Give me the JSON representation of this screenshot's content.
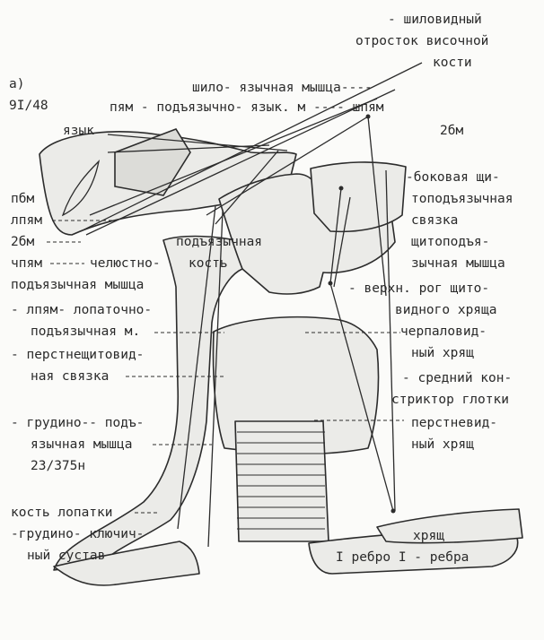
{
  "figure": {
    "panel_letter": "а)",
    "code_top": "9I/48",
    "code_bottom": "23/375н"
  },
  "labels": {
    "styloid_1": "- шиловидный",
    "styloid_2": "отросток височной",
    "styloid_3": "кости",
    "styloglossus": "шило- язычная мышца----",
    "hyoglossus": "пям - подъязычно- язык. м ---- шпям",
    "tongue": "язык",
    "b2m_right": "2бм",
    "lat_lig_1": "-боковая щи-",
    "lat_lig_2": "топодъязычная",
    "lat_lig_3": "связка",
    "left_pbm": "пбм",
    "left_lpm": "лпям",
    "left_2bm": "2бм",
    "left_chpm": "чпям",
    "mylohyoid_1": "челюстно-",
    "mylohyoid_2": "подъязычная мышца",
    "hyoid_1": "подъязычная",
    "hyoid_2": "кость",
    "thyrohyoid_1": "щитоподъя-",
    "thyrohyoid_2": "зычная мышца",
    "sup_horn_1": "- верхн. рог щито-",
    "sup_horn_2": "видного хряща",
    "omohyoid_1": "- лпям- лопаточно-",
    "omohyoid_2": "подъязычная м.",
    "arytenoid_1": "черпаловид-",
    "arytenoid_2": "ный хрящ",
    "cricothyroid_1": "- перстнещитовид-",
    "cricothyroid_2": "ная связка",
    "middle_constrictor_1": "- средний кон-",
    "middle_constrictor_2": "стриктор глотки",
    "sternohyoid_1": "- грудино-- подъ-",
    "sternohyoid_2": "язычная мышца",
    "cricoid_1": "перстневид-",
    "cricoid_2": "ный хрящ",
    "scapula": "кость лопатки",
    "sternoclav_1": "-грудино- ключич-",
    "sternoclav_2": "ный сустав",
    "cartilage": "хрящ",
    "rib": "I ребро I - ребра"
  }
}
